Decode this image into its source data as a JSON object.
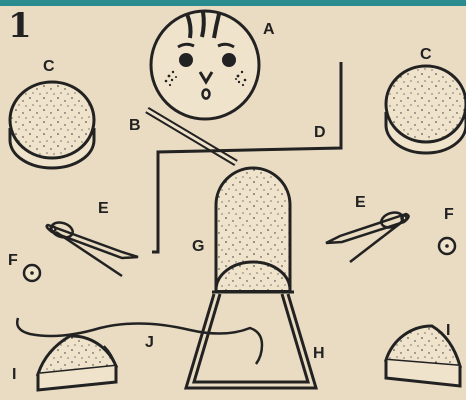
{
  "figure": {
    "number": "1",
    "labels": {
      "head": "A",
      "stick": "B",
      "disc_left": "C",
      "disc_right": "C",
      "wire": "D",
      "pin_left": "E",
      "pin_right": "E",
      "bead_left": "F",
      "bead_right": "F",
      "sponge_arch": "G",
      "cone_frame": "H",
      "wedge_left": "I",
      "wedge_right": "I",
      "string": "J"
    }
  }
}
